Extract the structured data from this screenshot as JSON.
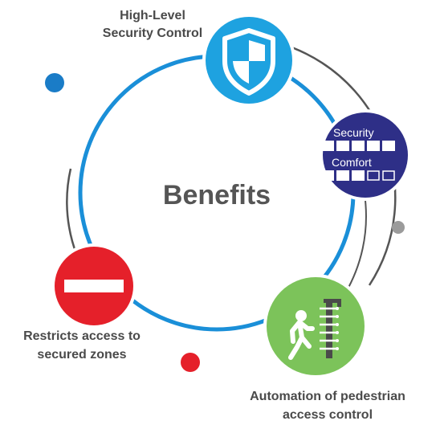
{
  "center": {
    "title": "Benefits"
  },
  "nodes": {
    "security_control": {
      "label_line1": "High-Level",
      "label_line2": "Security Control",
      "icon": "shield-icon",
      "color": "#1ea2e0"
    },
    "security_comfort": {
      "security_label": "Security",
      "comfort_label": "Comfort",
      "security_level": 5,
      "comfort_level": 3,
      "scale_max": 5,
      "color": "#2e2f87"
    },
    "automation": {
      "label_line1": "Automation of pedestrian",
      "label_line2": "access control",
      "icon": "pedestrian-gate-icon",
      "color": "#7cc35a"
    },
    "restricts": {
      "label_line1": "Restricts access to",
      "label_line2": "secured zones",
      "icon": "no-entry-icon",
      "color": "#e5202a"
    }
  },
  "colors": {
    "ring": "#1a8fd8",
    "arc": "#555555",
    "text": "#4a4a4a",
    "dot_blue": "#1a7cc7",
    "dot_gray": "#9b9b9b",
    "dot_red": "#e5202a"
  }
}
